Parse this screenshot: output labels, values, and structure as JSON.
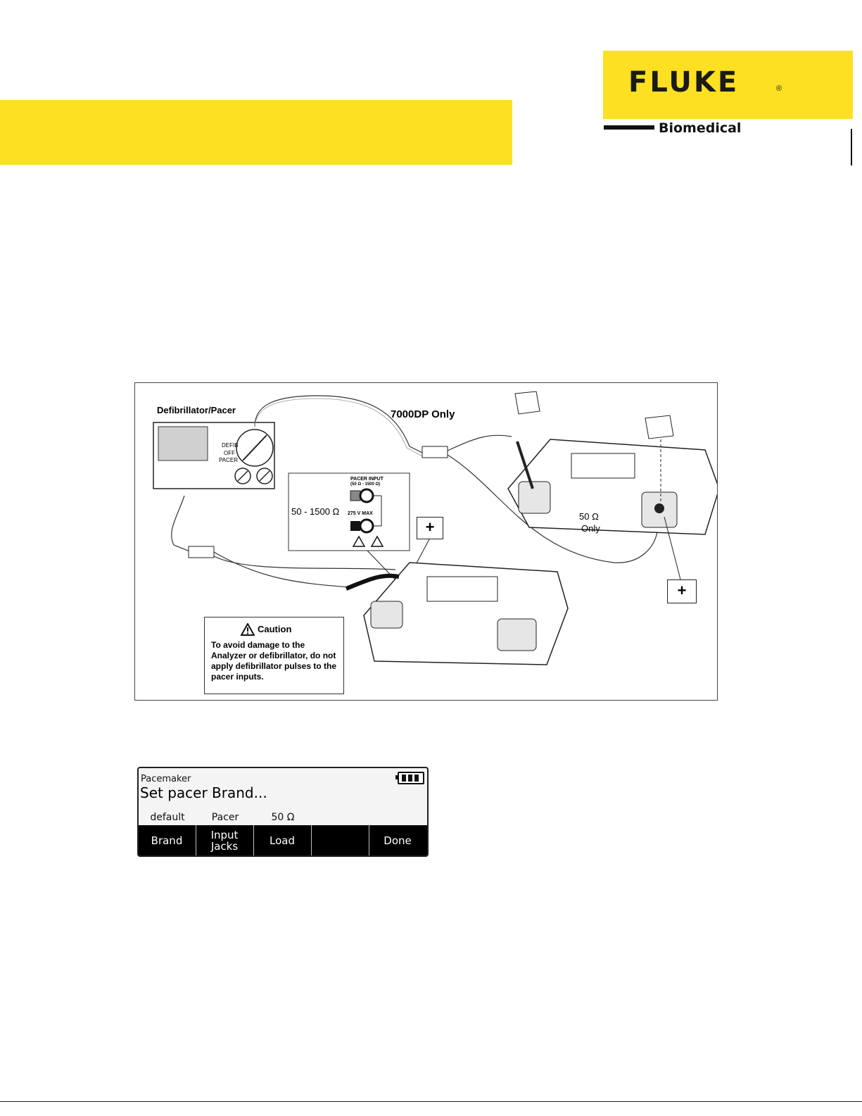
{
  "header": {
    "logo_word": "FLUKE",
    "logo_reg": "®",
    "logo_sub": "Biomedical",
    "brand_color": "#fde021"
  },
  "figure": {
    "device_label": "Defibrillator/Pacer",
    "model_note": "7000DP Only",
    "dial_positions": [
      "DEFIB",
      "OFF",
      "PACER"
    ],
    "pacer_input_label": "PACER INPUT",
    "pacer_input_range": "(50 Ω - 1500 Ω)",
    "max_voltage": "275 V MAX",
    "load_range": "50 - 1500 Ω",
    "fixed_load": "50 Ω",
    "fixed_load_note": "Only",
    "plus_sign": "+",
    "caution_title": "Caution",
    "caution_text": "To avoid damage to the Analyzer or defibrillator, do not apply defibrillator pulses to the pacer inputs."
  },
  "lcd": {
    "screen_title": "Pacemaker",
    "prompt": "Set pacer Brand...",
    "battery_icon": "battery-full-icon",
    "values": [
      "default",
      "Pacer",
      "50 Ω",
      "",
      ""
    ],
    "softkeys": [
      {
        "line1": "Brand",
        "line2": ""
      },
      {
        "line1": "Input",
        "line2": "Jacks"
      },
      {
        "line1": "Load",
        "line2": ""
      },
      {
        "line1": "",
        "line2": ""
      },
      {
        "line1": "Done",
        "line2": ""
      }
    ]
  }
}
